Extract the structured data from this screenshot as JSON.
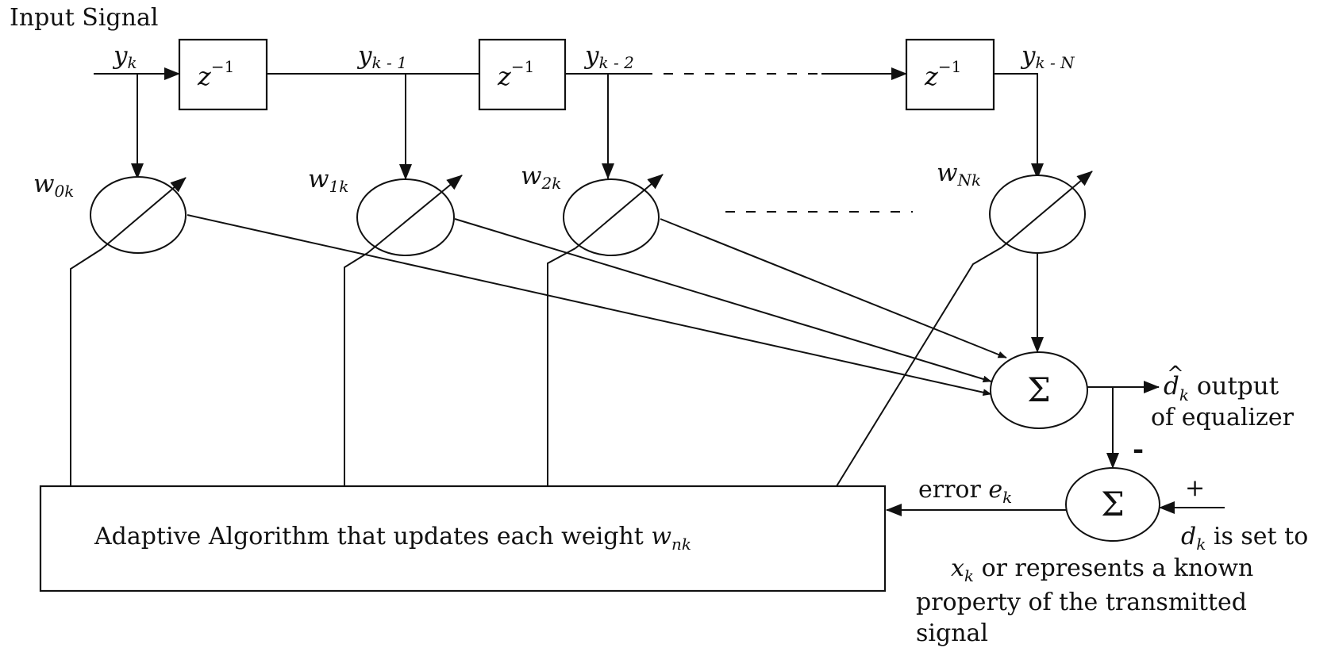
{
  "input_title": "Input Signal",
  "delay_label": "z",
  "delay_exponent": "−1",
  "signal_labels": {
    "y_k": {
      "base": "y",
      "sub": "k"
    },
    "y_k1": {
      "base": "y",
      "sub": "k - 1"
    },
    "y_k2": {
      "base": "y",
      "sub": "k - 2"
    },
    "y_kN": {
      "base": "y",
      "sub": "k - N"
    }
  },
  "weight_labels": {
    "w0": {
      "base": "w",
      "sub": "0k"
    },
    "w1": {
      "base": "w",
      "sub": "1k"
    },
    "w2": {
      "base": "w",
      "sub": "2k"
    },
    "wN": {
      "base": "w",
      "sub": "Nk"
    }
  },
  "sum_symbol": "Σ",
  "output": {
    "symbol": "d",
    "hat": "^",
    "sub": "k",
    "line1": " output",
    "line2": "of equalizer"
  },
  "minus_sign": "-",
  "plus_sign": "+",
  "error": {
    "text": "error ",
    "symbol": "e",
    "sub": "k"
  },
  "algorithm": {
    "text": "Adaptive Algorithm that updates each weight ",
    "symbol": "w",
    "sub": "nk"
  },
  "desired": {
    "symbol": "d",
    "sub": "k",
    "line1_rest": " is set to",
    "line2_symbol": "x",
    "line2_sub": "k",
    "line2_rest": " or represents a known",
    "line3": "property of the transmitted",
    "line4": "signal"
  }
}
